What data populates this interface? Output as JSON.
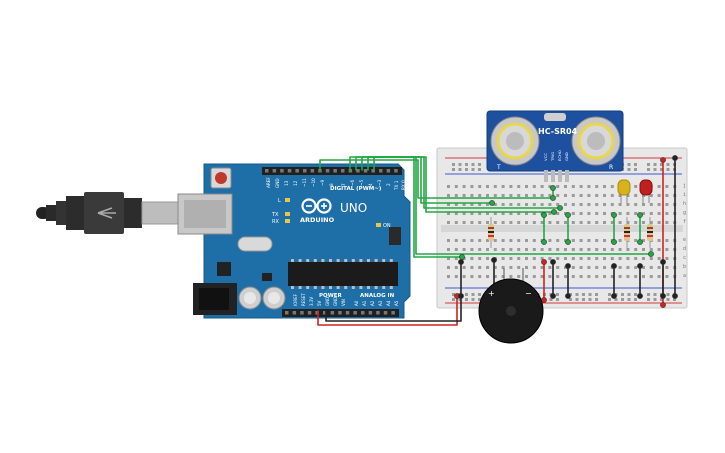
{
  "arduino": {
    "brand": "ARDUINO",
    "model": "UNO",
    "digital_label": "DIGITAL (PWM~)",
    "power_label": "POWER",
    "analog_label": "ANALOG IN",
    "on_label": "ON",
    "tx_label": "TX",
    "rx_label": "RX",
    "l_label": "L",
    "aref_label": "AREF",
    "gnd_label": "GND",
    "pin13": "13",
    "pin12": "12",
    "pin11": "~11",
    "pin10": "~10",
    "pin9": "~9",
    "pin8": "8",
    "pin7": "7",
    "pin6": "~6",
    "pin5": "~5",
    "pin4": "4",
    "pin3": "~3",
    "pin2": "2",
    "pin1": "TX 1",
    "pin0": "RX 0",
    "ioref": "IOREF",
    "reset": "RESET",
    "v33": "3.3V",
    "v5": "5V",
    "gnd_a": "GND",
    "gnd_b": "GND",
    "vin": "VIN",
    "a0": "A0",
    "a1": "A1",
    "a2": "A2",
    "a3": "A3",
    "a4": "A4",
    "a5": "A5"
  },
  "sensor": {
    "name": "HC-SR04",
    "pin_vcc": "VCC",
    "pin_trig": "TRIG",
    "pin_echo": "ECHO",
    "pin_gnd": "GND",
    "t_label": "T",
    "r_label": "R"
  },
  "buzzer": {
    "plus": "+",
    "minus": "−"
  },
  "breadboard": {
    "rows_top": [
      "j",
      "i",
      "h",
      "g",
      "f"
    ],
    "rows_bottom": [
      "e",
      "d",
      "c",
      "b",
      "a"
    ]
  },
  "colors": {
    "board": "#1e6fa8",
    "wire_green": "#22a843",
    "wire_red": "#d42020",
    "wire_black": "#222222",
    "led_yellow": "#d8b21a",
    "led_red": "#c02020"
  }
}
